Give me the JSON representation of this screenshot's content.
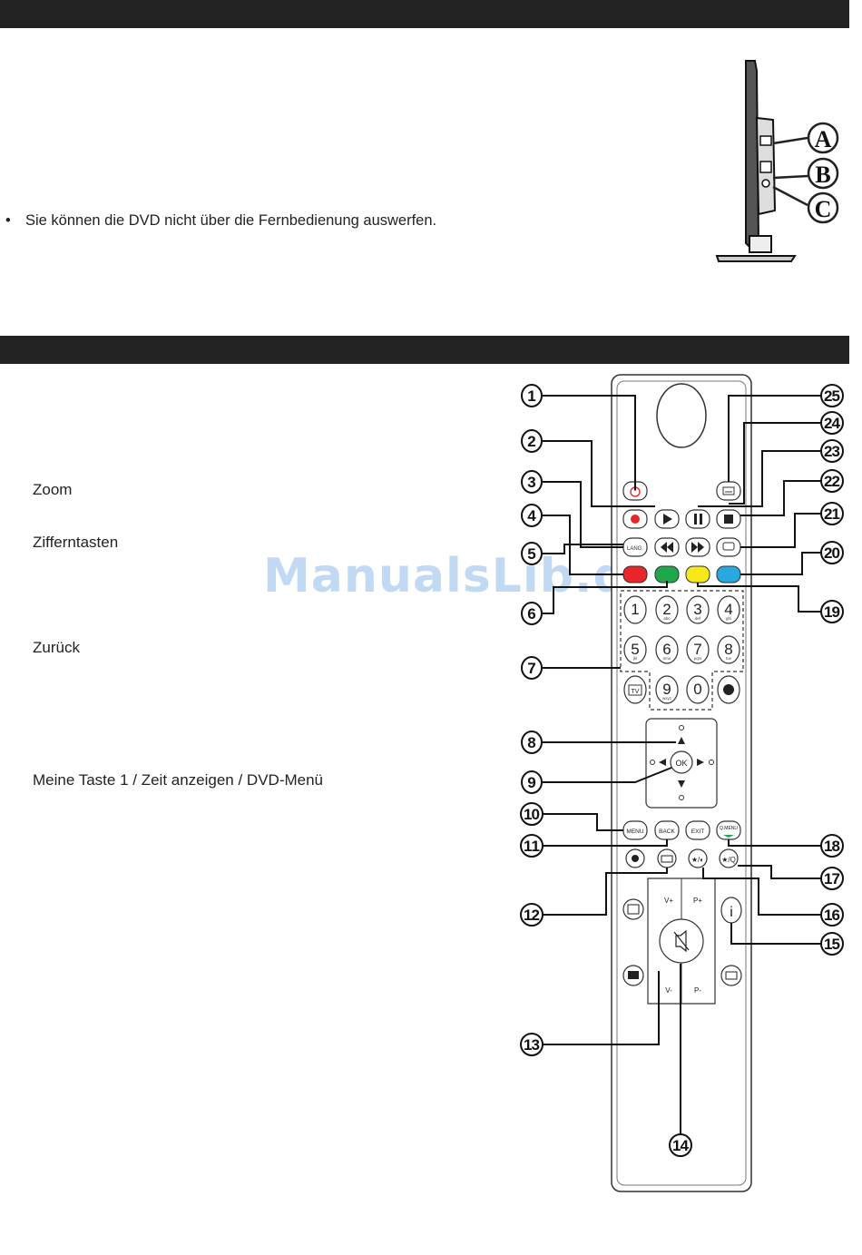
{
  "header": {
    "bar_color": "#232323"
  },
  "dvd_note": {
    "bullet": "•",
    "text": "Sie können die DVD nicht über die Fernbedienung auswerfen."
  },
  "tv_side_labels": [
    "A",
    "B",
    "C"
  ],
  "labels": {
    "zoom": "Zoom",
    "digits": "Zifferntasten",
    "back": "Zurück",
    "mybutton": "Meine Taste 1 / Zeit anzeigen / DVD-Menü"
  },
  "watermark": "ManualsLib.de",
  "callouts": [
    "1",
    "2",
    "3",
    "4",
    "5",
    "6",
    "7",
    "8",
    "9",
    "10",
    "11",
    "12",
    "13",
    "14",
    "15",
    "16",
    "17",
    "18",
    "19",
    "20",
    "21",
    "22",
    "23",
    "24",
    "25"
  ],
  "remote": {
    "lang": "LANG.",
    "ok": "OK",
    "menu": "MENU",
    "back": "BACK",
    "exit": "EXIT",
    "qmenu": "Q.MENU",
    "vplus": "V+",
    "vminus": "V-",
    "pplus": "P+",
    "pminus": "P-",
    "info": "i",
    "tv": "TV",
    "fav1": "★/◐",
    "fav2": "★/Q",
    "digits": [
      {
        "n": "1",
        "sub": ""
      },
      {
        "n": "2",
        "sub": "abc"
      },
      {
        "n": "3",
        "sub": "def"
      },
      {
        "n": "4",
        "sub": "ghi"
      },
      {
        "n": "5",
        "sub": "jkl"
      },
      {
        "n": "6",
        "sub": "mno"
      },
      {
        "n": "7",
        "sub": "pqrs"
      },
      {
        "n": "8",
        "sub": "tuv"
      },
      {
        "n": "9",
        "sub": "wxyz"
      },
      {
        "n": "0",
        "sub": ""
      }
    ],
    "colors": {
      "red": "#e8262b",
      "green": "#1fa84a",
      "yellow": "#f6e81a",
      "blue": "#29a8e0",
      "rec": "#e8262b"
    }
  }
}
